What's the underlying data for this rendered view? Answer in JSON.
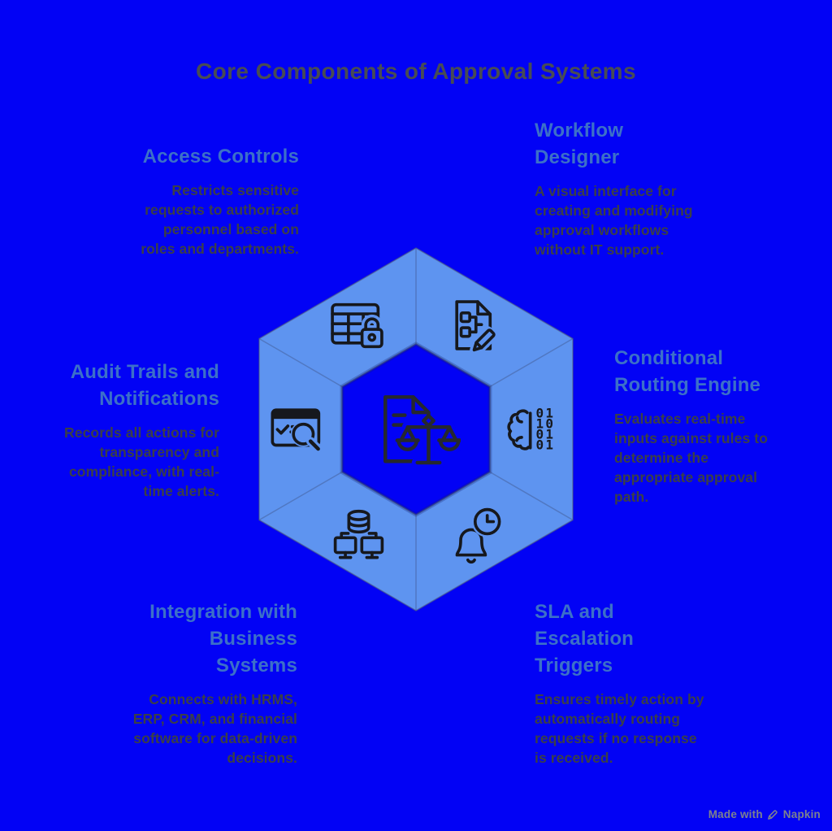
{
  "title": "Core Components of Approval Systems",
  "colors": {
    "background": "#0202f5",
    "hexagon_fill": "#5e94f0",
    "heading_blue": "#3c70c8",
    "body_gray": "#3b3f47",
    "title_gray": "#484c54",
    "icon_stroke": "#16181d",
    "watermark_gray": "#7d828e"
  },
  "center_icon": "document-with-scales",
  "binary_rows": [
    "01",
    "10",
    "01",
    "01"
  ],
  "sections": [
    {
      "id": "access-controls",
      "icon": "table-lock",
      "heading_lines": [
        "Access Controls"
      ],
      "body_lines": [
        "Restricts sensitive",
        "requests to authorized",
        "personnel based on",
        "roles and departments."
      ]
    },
    {
      "id": "workflow-designer",
      "icon": "document-flowchart-pencil",
      "heading_lines": [
        "Workflow",
        "Designer"
      ],
      "body_lines": [
        "A visual interface for",
        "creating and modifying",
        "approval workflows",
        "without IT support."
      ]
    },
    {
      "id": "conditional-routing-engine",
      "icon": "brain-binary",
      "heading_lines": [
        "Conditional",
        "Routing Engine"
      ],
      "body_lines": [
        "Evaluates real-time",
        "inputs against rules to",
        "determine the",
        "appropriate approval",
        "path."
      ]
    },
    {
      "id": "sla-escalation-triggers",
      "icon": "bell-clock",
      "heading_lines": [
        "SLA and",
        "Escalation",
        "Triggers"
      ],
      "body_lines": [
        "Ensures timely action by",
        "automatically routing",
        "requests if no response",
        "is received."
      ]
    },
    {
      "id": "integration-business-systems",
      "icon": "database-monitors",
      "heading_lines": [
        "Integration with",
        "Business",
        "Systems"
      ],
      "body_lines": [
        "Connects with HRMS,",
        "ERP, CRM, and financial",
        "software for data-driven",
        "decisions."
      ]
    },
    {
      "id": "audit-trails-notifications",
      "icon": "window-checklist-magnifier",
      "heading_lines": [
        "Audit Trails and",
        "Notifications"
      ],
      "body_lines": [
        "Records all actions for",
        "transparency and",
        "compliance, with real-",
        "time alerts."
      ]
    }
  ],
  "watermark": {
    "text": "Made with",
    "brand": "Napkin"
  }
}
